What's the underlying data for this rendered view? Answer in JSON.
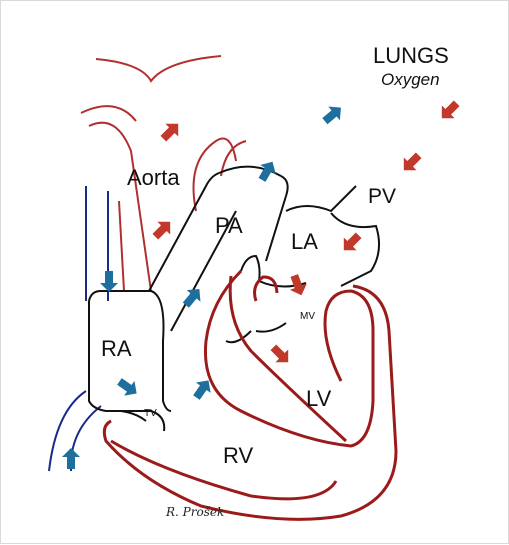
{
  "labels": {
    "lungs": "LUNGS",
    "oxygen": "Oxygen",
    "aorta": "Aorta",
    "pa": "PA",
    "pv": "PV",
    "la": "LA",
    "mv": "MV",
    "ra": "RA",
    "tv": "TV",
    "lv": "LV",
    "rv": "RV",
    "signature": "R. Prošek"
  },
  "colors": {
    "oxygenated": "#c0392b",
    "deoxygenated": "#1f6f9e",
    "outline": "#111111",
    "vessel_red": "#a52a2a",
    "vein_blue": "#1a2a8a"
  }
}
